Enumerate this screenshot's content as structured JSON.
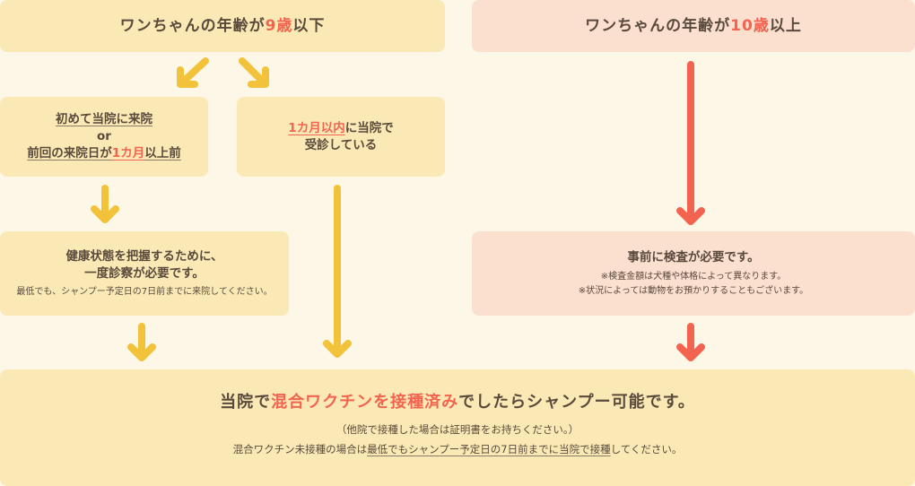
{
  "colors": {
    "background": "#fcf7e6",
    "yellow_box": "#fbe9b5",
    "pink_box": "#fbdfcf",
    "yellow_arrow": "#f2c23a",
    "red_arrow": "#f26450",
    "highlight": "#f26450",
    "text": "#5a4a3c"
  },
  "left_header": {
    "pre": "ワンちゃんの年齢が",
    "highlight": "9歳",
    "post": "以下"
  },
  "right_header": {
    "pre": "ワンちゃんの年齢が",
    "highlight": "10歳",
    "post": "以上"
  },
  "first_visit_box": {
    "line1": "初めて当院に来院",
    "or": "or",
    "line2_pre": "前回の来院日が",
    "line2_highlight": "1カ月",
    "line2_post": "以上前"
  },
  "recent_visit_box": {
    "highlight": "1カ月以内",
    "line1_post": "に当院で",
    "line2": "受診している"
  },
  "checkup_box": {
    "line1": "健康状態を把握するために、",
    "line2": "一度診察が必要です。",
    "note": "最低でも、シャンプー予定日の7日前までに来院してください。"
  },
  "senior_box": {
    "title": "事前に検査が必要です。",
    "note1": "※検査金額は犬種や体格によって異なります。",
    "note2": "※状況によっては動物をお預かりすることもございます。"
  },
  "result_box": {
    "pre": "当院で",
    "highlight": "混合ワクチンを接種済み",
    "post": "でしたらシャンプー可能です。",
    "note1": "（他院で接種した場合は証明書をお持ちください。）",
    "note2_pre": "混合ワクチン未接種の場合は",
    "note2_underline": "最低でもシャンプー予定日の7日前までに当院で接種",
    "note2_post": "してください。"
  }
}
